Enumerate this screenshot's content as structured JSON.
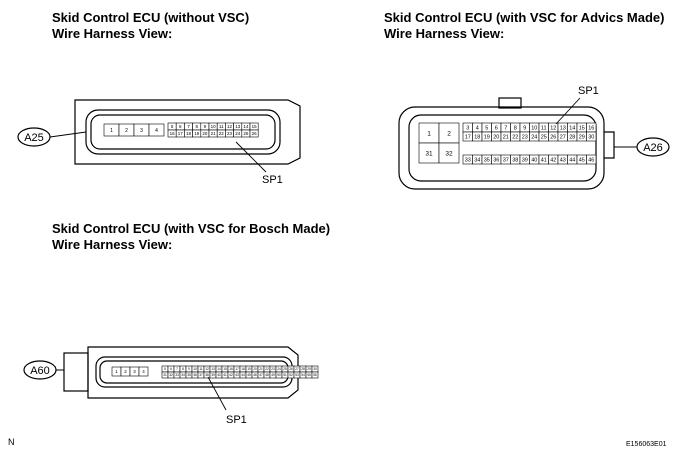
{
  "sections": [
    {
      "title": "Skid Control ECU (without VSC)",
      "subtitle": "Wire Harness View:"
    },
    {
      "title": "Skid Control ECU (with VSC for Advics Made)",
      "subtitle": "Wire Harness View:"
    },
    {
      "title": "Skid Control ECU (with VSC for Bosch Made)",
      "subtitle": "Wire Harness View:"
    }
  ],
  "connectors": {
    "a25": {
      "code": "A25",
      "pin_label": "SP1",
      "big_pins": [
        "1",
        "2",
        "3",
        "4"
      ],
      "row1": [
        "5",
        "6",
        "7",
        "8",
        "9",
        "10",
        "11",
        "12",
        "13",
        "14",
        "15"
      ],
      "row2": [
        "16",
        "17",
        "18",
        "19",
        "20",
        "21",
        "22",
        "23",
        "24",
        "25",
        "26"
      ]
    },
    "a26": {
      "code": "A26",
      "pin_label": "SP1",
      "big_pins": [
        "1",
        "2",
        "31",
        "32"
      ],
      "row1": [
        "3",
        "4",
        "5",
        "6",
        "7",
        "8",
        "9",
        "10",
        "11",
        "12",
        "13",
        "14",
        "15",
        "16"
      ],
      "row2": [
        "17",
        "18",
        "19",
        "20",
        "21",
        "22",
        "23",
        "24",
        "25",
        "26",
        "27",
        "28",
        "29",
        "30"
      ],
      "row3": [
        "33",
        "34",
        "35",
        "36",
        "37",
        "38",
        "39",
        "40",
        "41",
        "42",
        "43",
        "44",
        "45",
        "46"
      ]
    },
    "a60": {
      "code": "A60",
      "pin_label": "SP1",
      "big_pins": [
        "1",
        "2",
        "3",
        "4"
      ],
      "row1": [
        "5",
        "6",
        "7",
        "8",
        "9",
        "10",
        "11",
        "12",
        "13",
        "14",
        "15",
        "16",
        "17",
        "18",
        "19",
        "20",
        "21",
        "22",
        "23",
        "24",
        "25",
        "26",
        "27",
        "28",
        "29",
        "30"
      ],
      "row2": [
        "31",
        "32",
        "33",
        "34",
        "35",
        "36",
        "37",
        "38",
        "39",
        "40",
        "41",
        "42",
        "43",
        "44",
        "45",
        "46",
        "47",
        "48",
        "49",
        "50",
        "51",
        "52",
        "53",
        "54",
        "55",
        "56"
      ]
    }
  },
  "footer": {
    "left": "N",
    "right": "E156063E01"
  }
}
